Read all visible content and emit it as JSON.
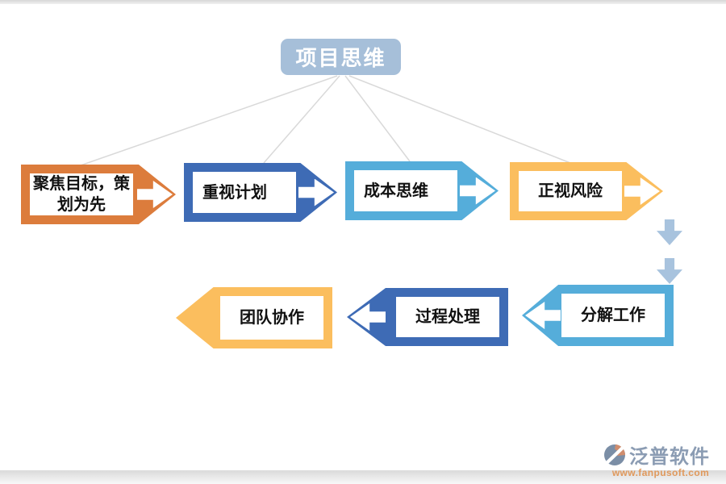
{
  "title": {
    "label": "项目思维",
    "fill": "#A6BFD9",
    "text_color": "#FFFFFF"
  },
  "nodes": [
    {
      "label": "聚焦目标，策划为先",
      "color": "#DC7C3C",
      "row": "top",
      "direction": "right",
      "tip_arrow": true
    },
    {
      "label": "重视计划",
      "color": "#3E6BB5",
      "row": "top",
      "direction": "right",
      "tip_arrow": true
    },
    {
      "label": "成本思维",
      "color": "#55ADDA",
      "row": "top",
      "direction": "right",
      "tip_arrow": true
    },
    {
      "label": "正视风险",
      "color": "#FBBE5E",
      "row": "top",
      "direction": "right",
      "tip_arrow": true
    },
    {
      "label": "分解工作",
      "color": "#55ADDA",
      "row": "bottom",
      "direction": "left",
      "tip_arrow": true
    },
    {
      "label": "过程处理",
      "color": "#3E6BB5",
      "row": "bottom",
      "direction": "left",
      "tip_arrow": true
    },
    {
      "label": "团队协作",
      "color": "#FBBE5E",
      "row": "bottom",
      "direction": "left",
      "tip_arrow": false
    }
  ],
  "flow": {
    "connector_line_color": "#D9D9D9",
    "down_arrow_color": "#A8C3DE",
    "down_arrow_count": 2
  },
  "watermark": {
    "brand": "泛普软件",
    "url": "www.fanpusoft.com",
    "brand_color": "#8B9CB3",
    "url_color": "#E0995C"
  }
}
